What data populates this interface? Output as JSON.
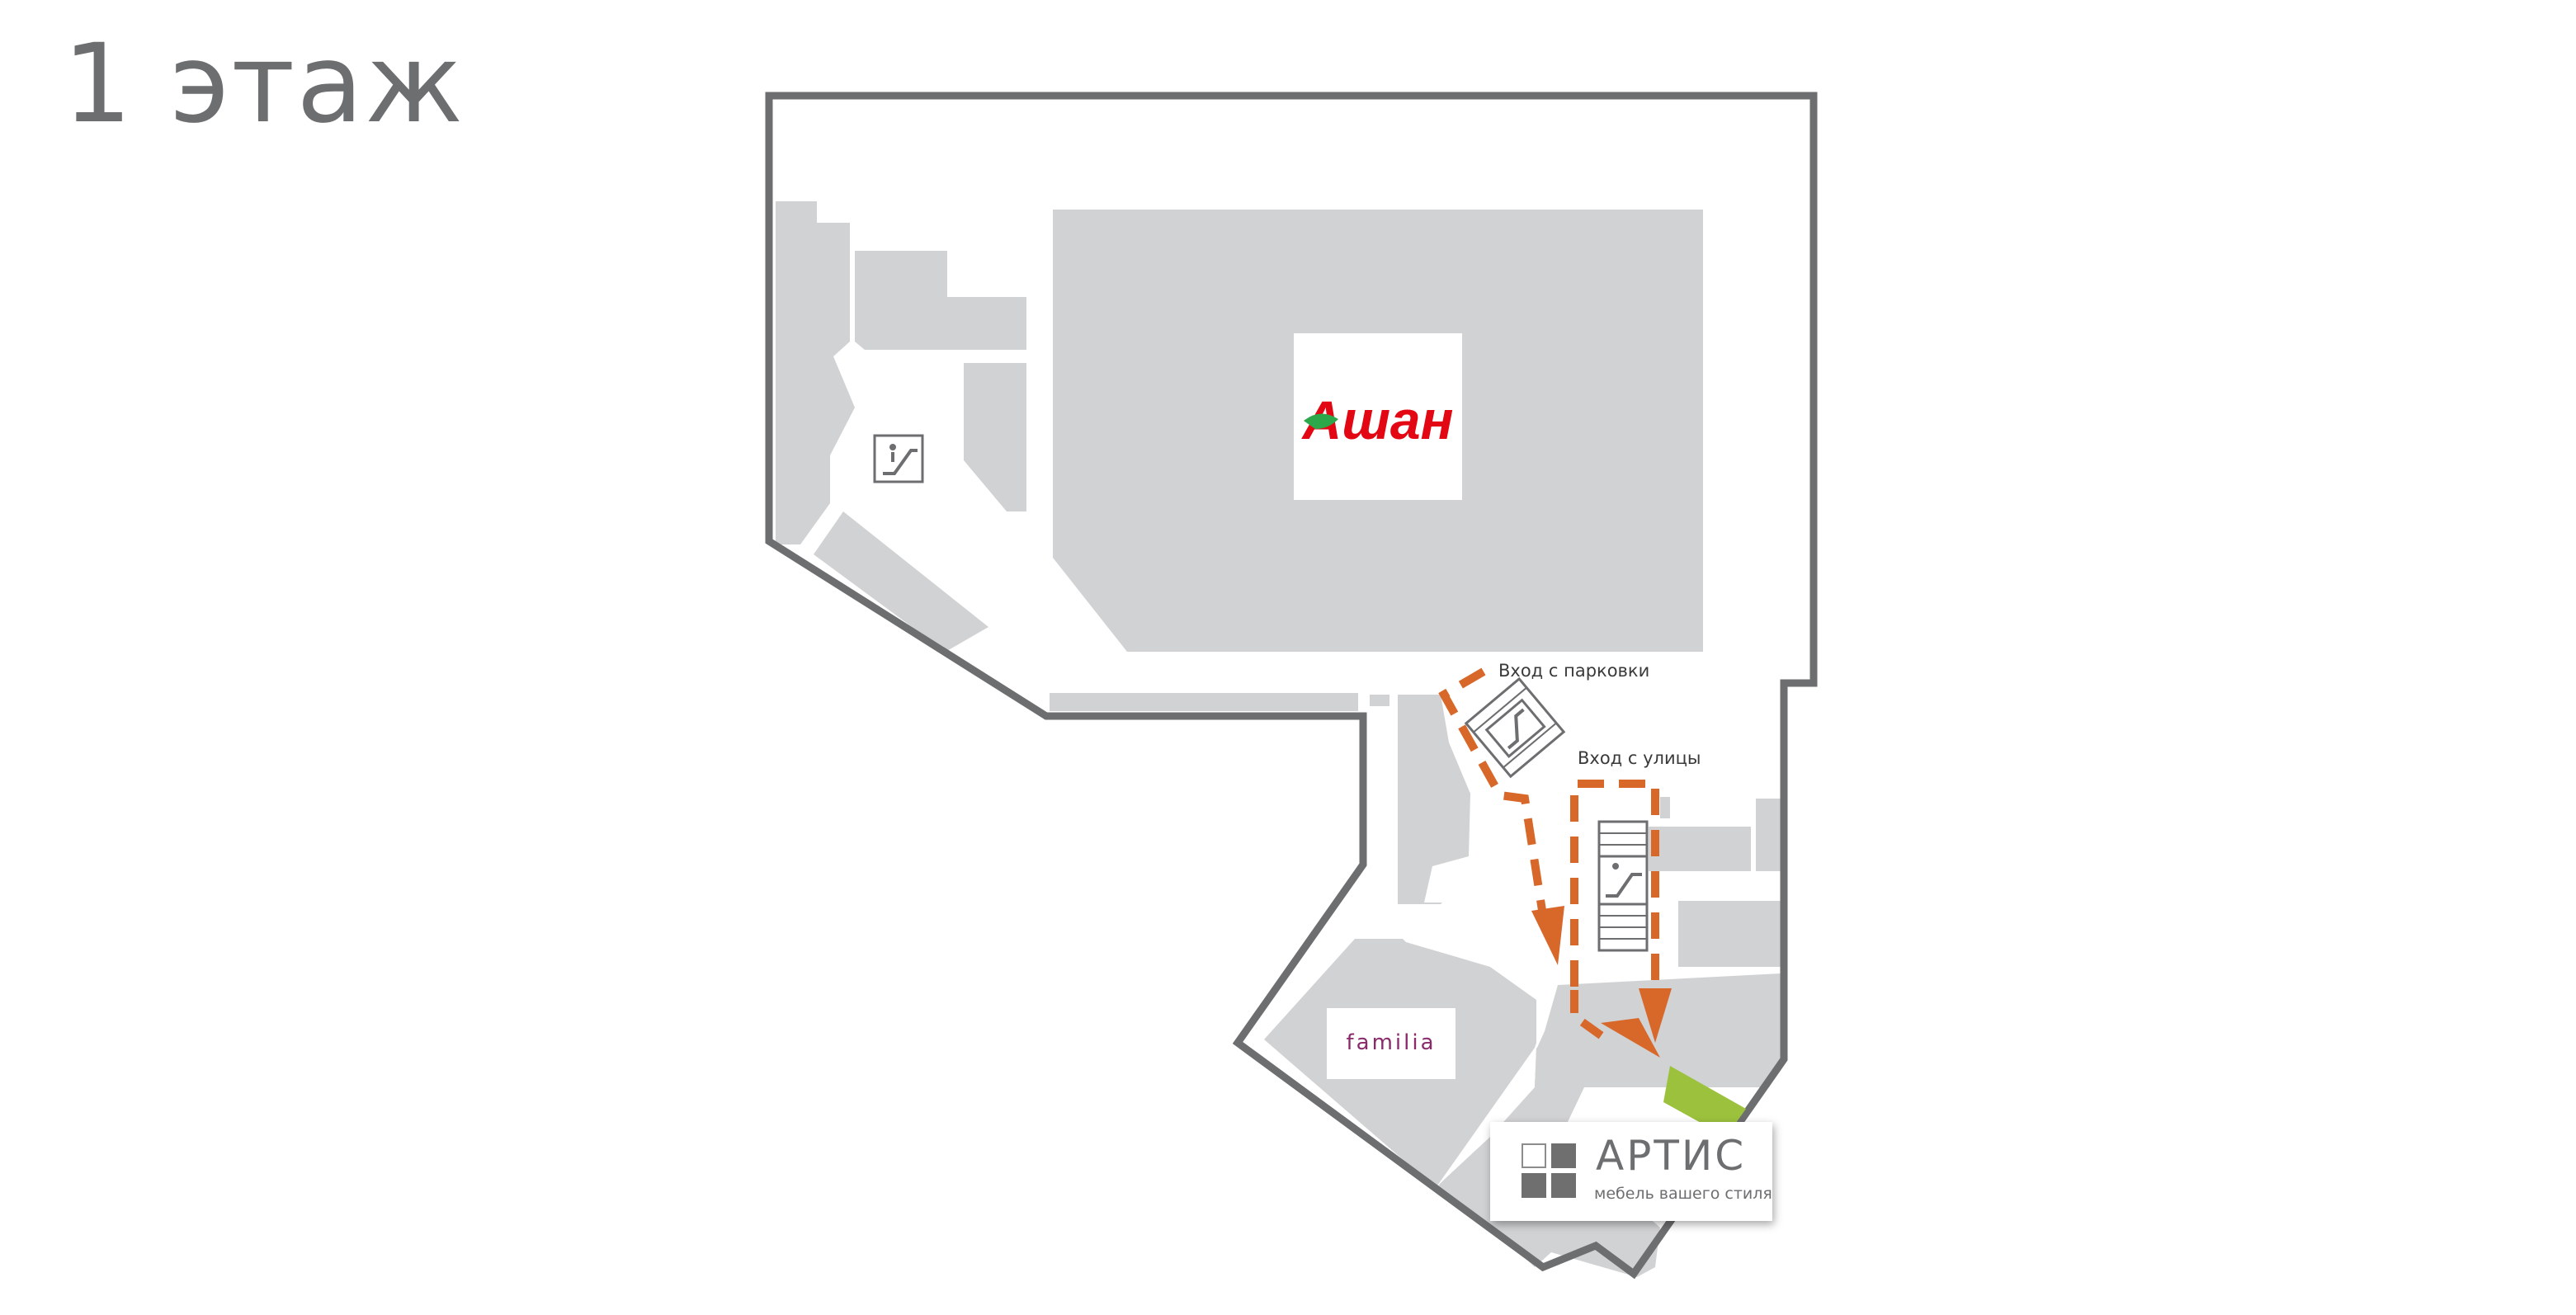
{
  "floor_title": "1 этаж",
  "labels": {
    "parking_entrance": "Вход с парковки",
    "street_entrance": "Вход с улицы"
  },
  "stores": {
    "auchan": "Ашан",
    "familia": "familia",
    "artis_name": "АРТИС",
    "artis_tagline": "мебель вашего стиля"
  },
  "colors": {
    "outline": "#6d6e70",
    "store_fill": "#d1d2d4",
    "route": "#d8672a",
    "highlight": "#9cc23d",
    "auchan_red": "#e30613",
    "auchan_green": "#2ca84a",
    "familia_purple": "#8a2a6b"
  },
  "icons": [
    "escalator-icon",
    "escalator-icon",
    "escalator-icon"
  ]
}
